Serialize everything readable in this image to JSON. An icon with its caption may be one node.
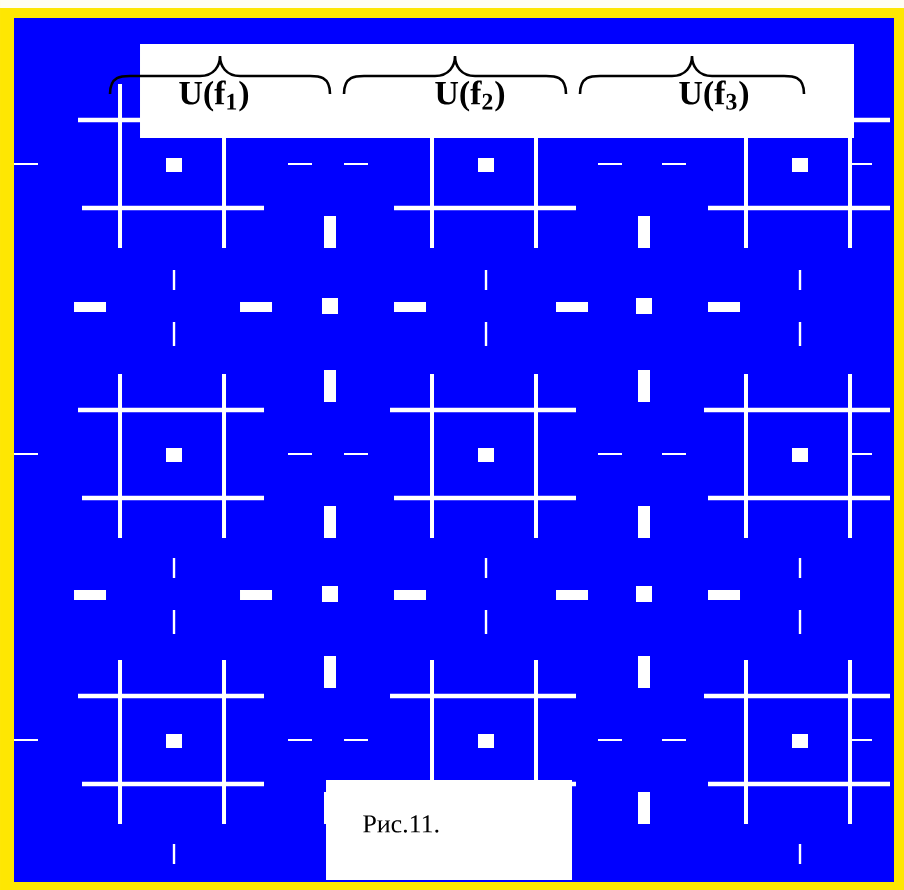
{
  "diagram": {
    "caption": "Рис.11.",
    "labels": [
      "U(f$_{1}$)",
      "U(f$_{2}$)",
      "U(f$_{3}$)"
    ]
  }
}
